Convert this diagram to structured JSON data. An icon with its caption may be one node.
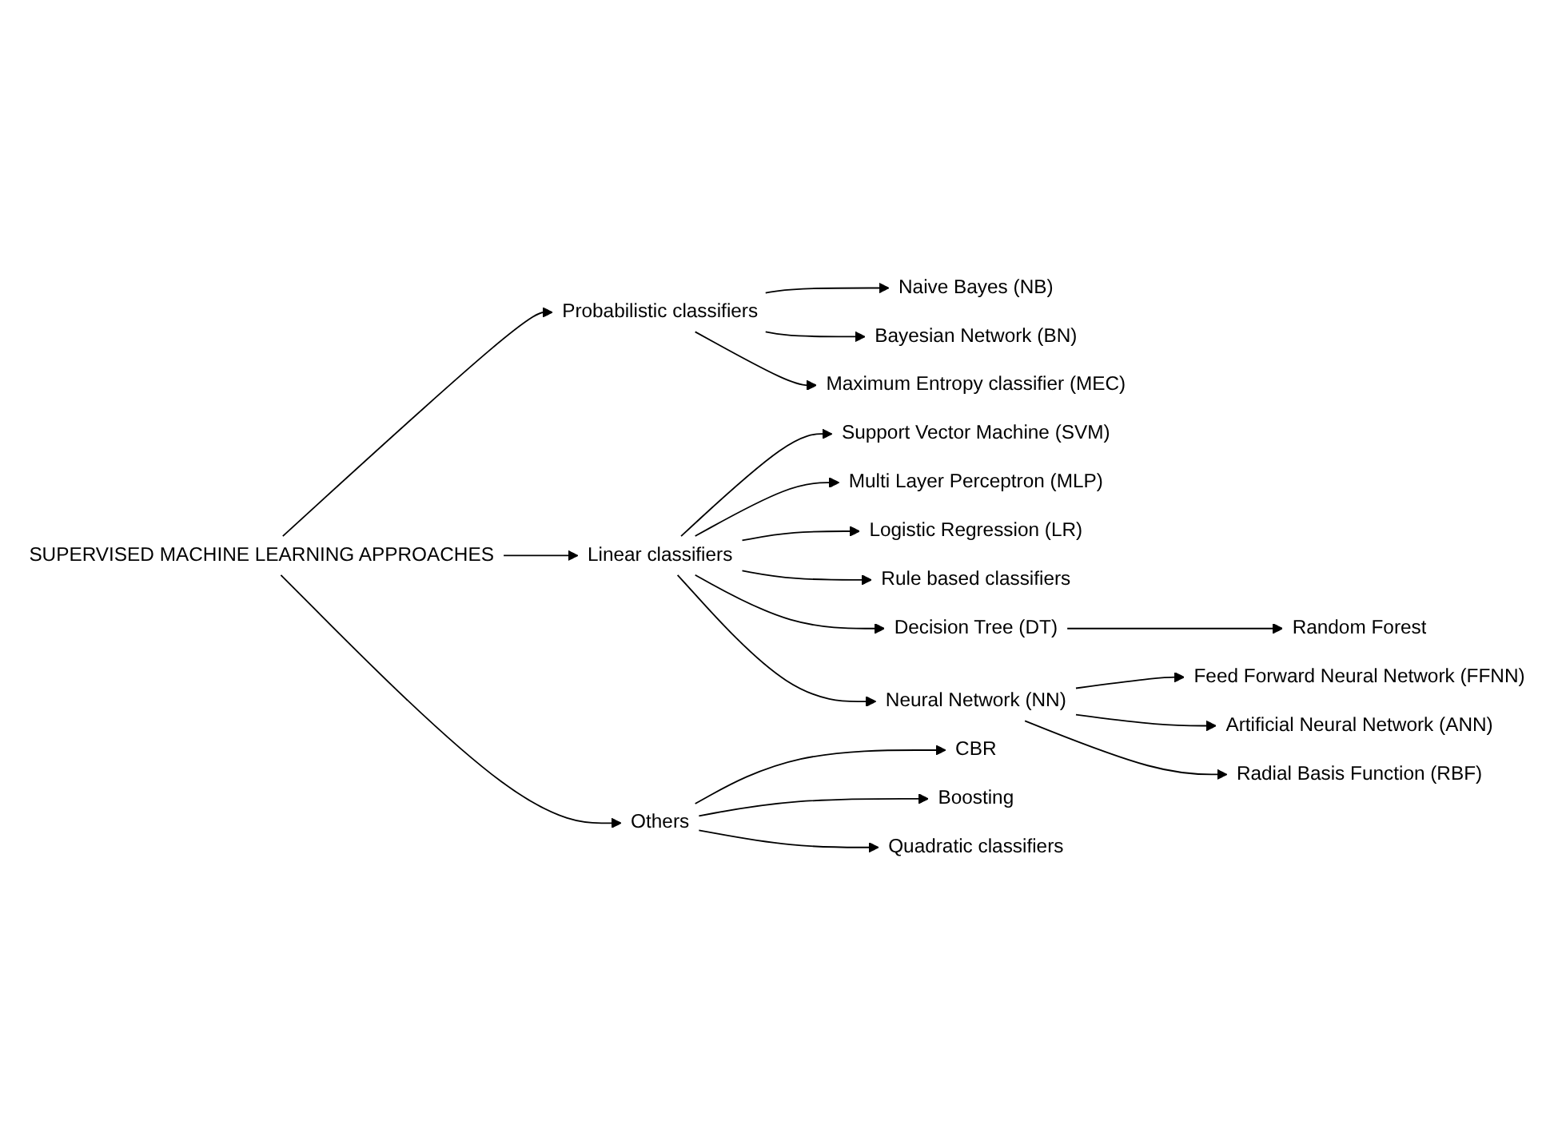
{
  "diagram": {
    "nodes": [
      {
        "text": [
          "SUPERVISED MACHINE LEARNING APPROACHES"
        ]
      },
      {
        "text": [
          "Probabilistic classifiers"
        ]
      },
      {
        "text": [
          "Naive Bayes (NB)"
        ]
      },
      {
        "text": [
          "Bayesian Network (BN)"
        ]
      },
      {
        "text": [
          "Maximum Entropy classifier (MEC)"
        ]
      },
      {
        "text": [
          "Linear classifiers"
        ]
      },
      {
        "text": [
          "Support Vector Machine (SVM)"
        ]
      },
      {
        "text": [
          "Multi Layer Perceptron (MLP)"
        ]
      },
      {
        "text": [
          "Logistic Regression (LR)"
        ]
      },
      {
        "text": [
          "Rule based classifiers"
        ]
      },
      {
        "text": [
          "Decision Tree (DT)"
        ]
      },
      {
        "text": [
          "Random Forest"
        ]
      },
      {
        "text": [
          "Neural Network (NN)"
        ]
      },
      {
        "text": [
          "Feed Forward Neural Network (FFNN)"
        ]
      },
      {
        "text": [
          "Artificial Neural Network (ANN)"
        ]
      },
      {
        "text": [
          "Radial Basis Function (RBF)"
        ]
      },
      {
        "text": [
          "Others"
        ]
      },
      {
        "text": [
          "CBR"
        ]
      },
      {
        "text": [
          "Boosting"
        ]
      },
      {
        "text": [
          "Quadratic classifiers"
        ]
      }
    ],
    "edges": [
      {
        "from": 0,
        "to": 1,
        "arrow": "to"
      },
      {
        "from": 0,
        "to": 5,
        "arrow": "to"
      },
      {
        "from": 0,
        "to": 16,
        "arrow": "to"
      },
      {
        "from": 1,
        "to": 2,
        "arrow": "to"
      },
      {
        "from": 1,
        "to": 3,
        "arrow": "to"
      },
      {
        "from": 1,
        "to": 4,
        "arrow": "to"
      },
      {
        "from": 5,
        "to": 6,
        "arrow": "to"
      },
      {
        "from": 5,
        "to": 7,
        "arrow": "to"
      },
      {
        "from": 5,
        "to": 8,
        "arrow": "to"
      },
      {
        "from": 5,
        "to": 9,
        "arrow": "to"
      },
      {
        "from": 5,
        "to": 10,
        "arrow": "to"
      },
      {
        "from": 10,
        "to": 11,
        "arrow": "to"
      },
      {
        "from": 5,
        "to": 12,
        "arrow": "to"
      },
      {
        "from": 12,
        "to": 13,
        "arrow": "to"
      },
      {
        "from": 12,
        "to": 14,
        "arrow": "to"
      },
      {
        "from": 12,
        "to": 15,
        "arrow": "to"
      },
      {
        "from": 16,
        "to": 17,
        "arrow": "to"
      },
      {
        "from": 16,
        "to": 18,
        "arrow": "to"
      },
      {
        "from": 16,
        "to": 19,
        "arrow": "to"
      }
    ]
  }
}
